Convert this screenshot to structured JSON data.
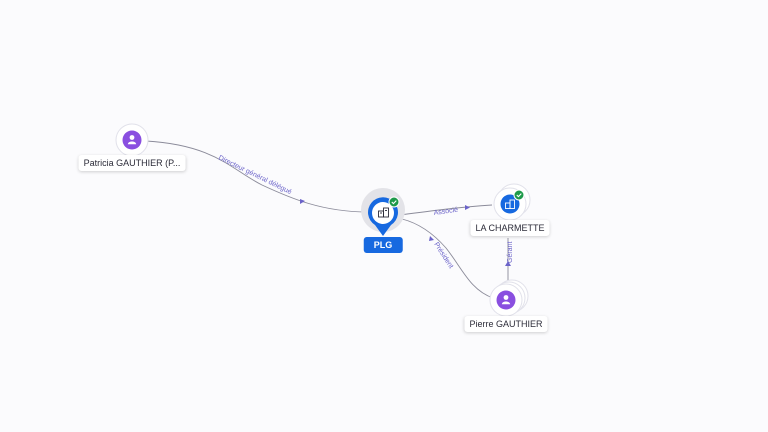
{
  "nodes": {
    "patricia": {
      "label": "Patricia GAUTHIER (P...",
      "icon": "person-icon"
    },
    "plg": {
      "label": "PLG",
      "icon": "company-icon",
      "verified": true
    },
    "lacharmette": {
      "label": "LA CHARMETTE",
      "icon": "company-icon",
      "verified": true
    },
    "pierre": {
      "label": "Pierre GAUTHIER",
      "icon": "person-icon"
    }
  },
  "edges": {
    "patricia_plg": "Directeur général délégué",
    "plg_lacharmette": "Associé",
    "pierre_plg": "Président",
    "pierre_lacharmette": "Gérant"
  },
  "colors": {
    "person": "#8a4fe0",
    "company": "#1769e0",
    "verified": "#1e9a4a",
    "edge": "#8b8b9a",
    "edge_label": "#6b63c9"
  }
}
